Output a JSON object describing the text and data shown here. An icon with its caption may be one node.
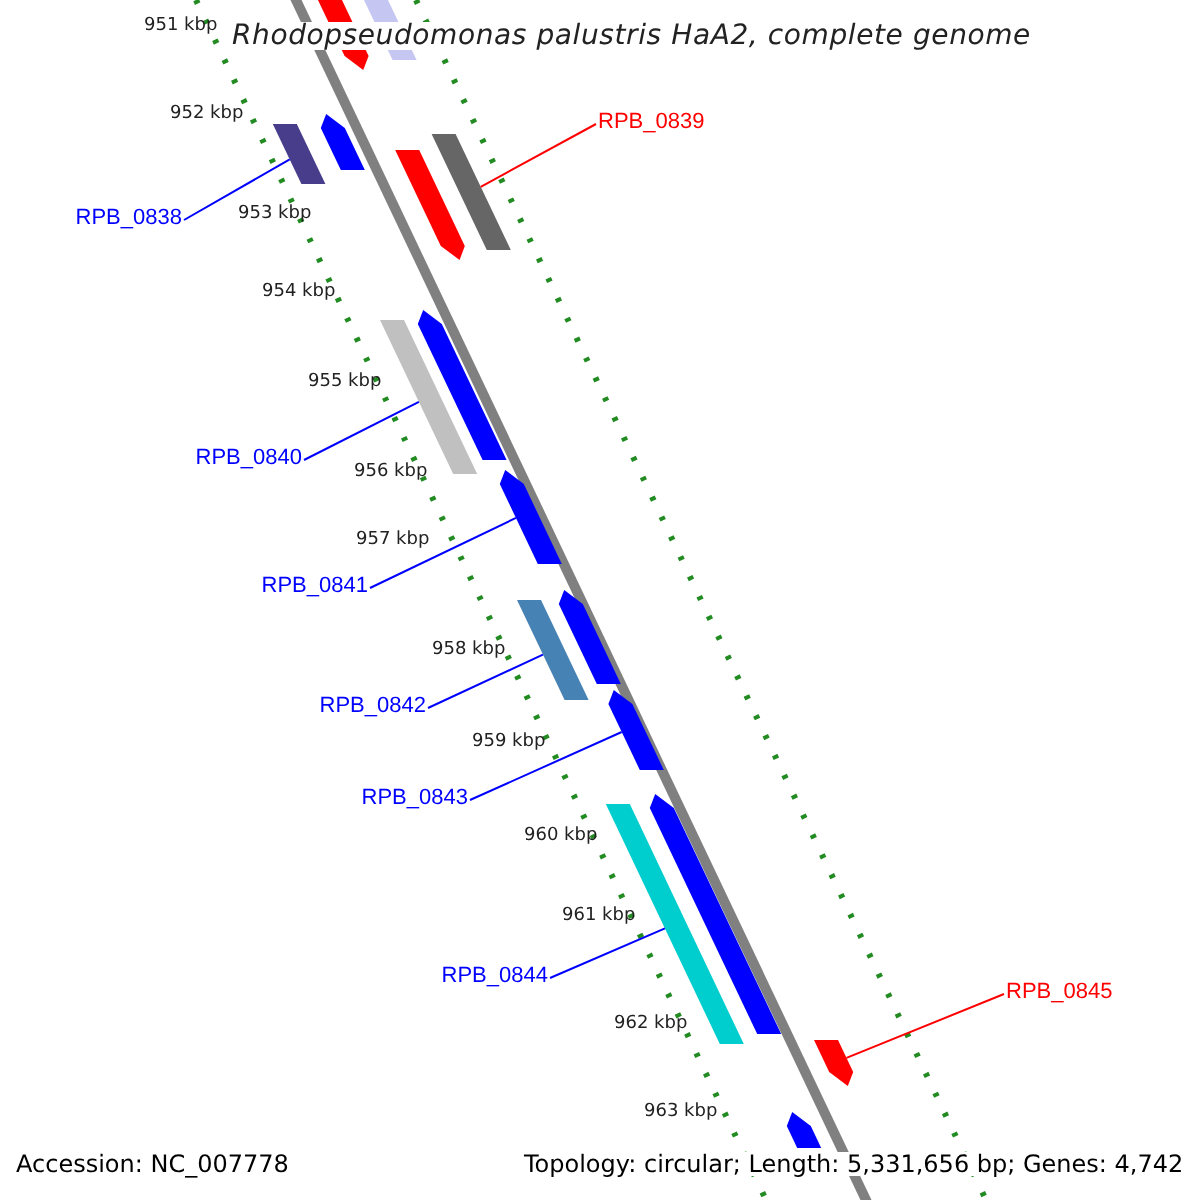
{
  "diagram": {
    "title": "Rhodopseudomonas palustris HaA2, complete genome",
    "nodes": [
      {
        "text": [
          "RPB_0838"
        ]
      },
      {
        "text": [
          "RPB_0839"
        ]
      },
      {
        "text": [
          "RPB_0840"
        ]
      },
      {
        "text": [
          "RPB_0841"
        ]
      },
      {
        "text": [
          "RPB_0842"
        ]
      },
      {
        "text": [
          "RPB_0843"
        ]
      },
      {
        "text": [
          "RPB_0844"
        ]
      },
      {
        "text": [
          "RPB_0845"
        ]
      },
      {
        "text": [],
        "shape": "pentagon"
      },
      {
        "text": [],
        "shape": "bar"
      },
      {
        "text": [],
        "shape": "pentagon"
      },
      {
        "text": [],
        "shape": "bar"
      },
      {
        "text": [],
        "shape": "bar"
      },
      {
        "text": [],
        "shape": "pentagon"
      },
      {
        "text": [],
        "shape": "pentagon"
      },
      {
        "text": [],
        "shape": "bar"
      },
      {
        "text": [],
        "shape": "pentagon"
      },
      {
        "text": [],
        "shape": "pentagon"
      },
      {
        "text": [],
        "shape": "bar"
      },
      {
        "text": [],
        "shape": "pentagon"
      },
      {
        "text": [],
        "shape": "pentagon"
      },
      {
        "text": [],
        "shape": "bar"
      },
      {
        "text": [],
        "shape": "pentagon"
      },
      {
        "text": [],
        "shape": "pentagon"
      }
    ],
    "edges": [
      {
        "from": 0,
        "to": 11,
        "arrow": "none",
        "color": "#0000ff"
      },
      {
        "from": 1,
        "to": 12,
        "arrow": "none",
        "color": "#ff0000"
      },
      {
        "from": 2,
        "to": 15,
        "arrow": "none",
        "color": "#0000ff"
      },
      {
        "from": 3,
        "to": 16,
        "arrow": "none",
        "color": "#0000ff"
      },
      {
        "from": 4,
        "to": 18,
        "arrow": "none",
        "color": "#0000ff"
      },
      {
        "from": 5,
        "to": 19,
        "arrow": "none",
        "color": "#0000ff"
      },
      {
        "from": 6,
        "to": 21,
        "arrow": "none",
        "color": "#0000ff"
      },
      {
        "from": 7,
        "to": 22,
        "arrow": "none",
        "color": "#ff0000"
      }
    ],
    "labels": [
      "951 kbp",
      "952 kbp",
      "953 kbp",
      "954 kbp",
      "955 kbp",
      "956 kbp",
      "957 kbp",
      "958 kbp",
      "959 kbp",
      "960 kbp",
      "961 kbp",
      "962 kbp",
      "963 kbp",
      "Accession: NC_007778",
      "Topology: circular; Length: 5,331,656 bp; Genes: 4,742"
    ]
  }
}
